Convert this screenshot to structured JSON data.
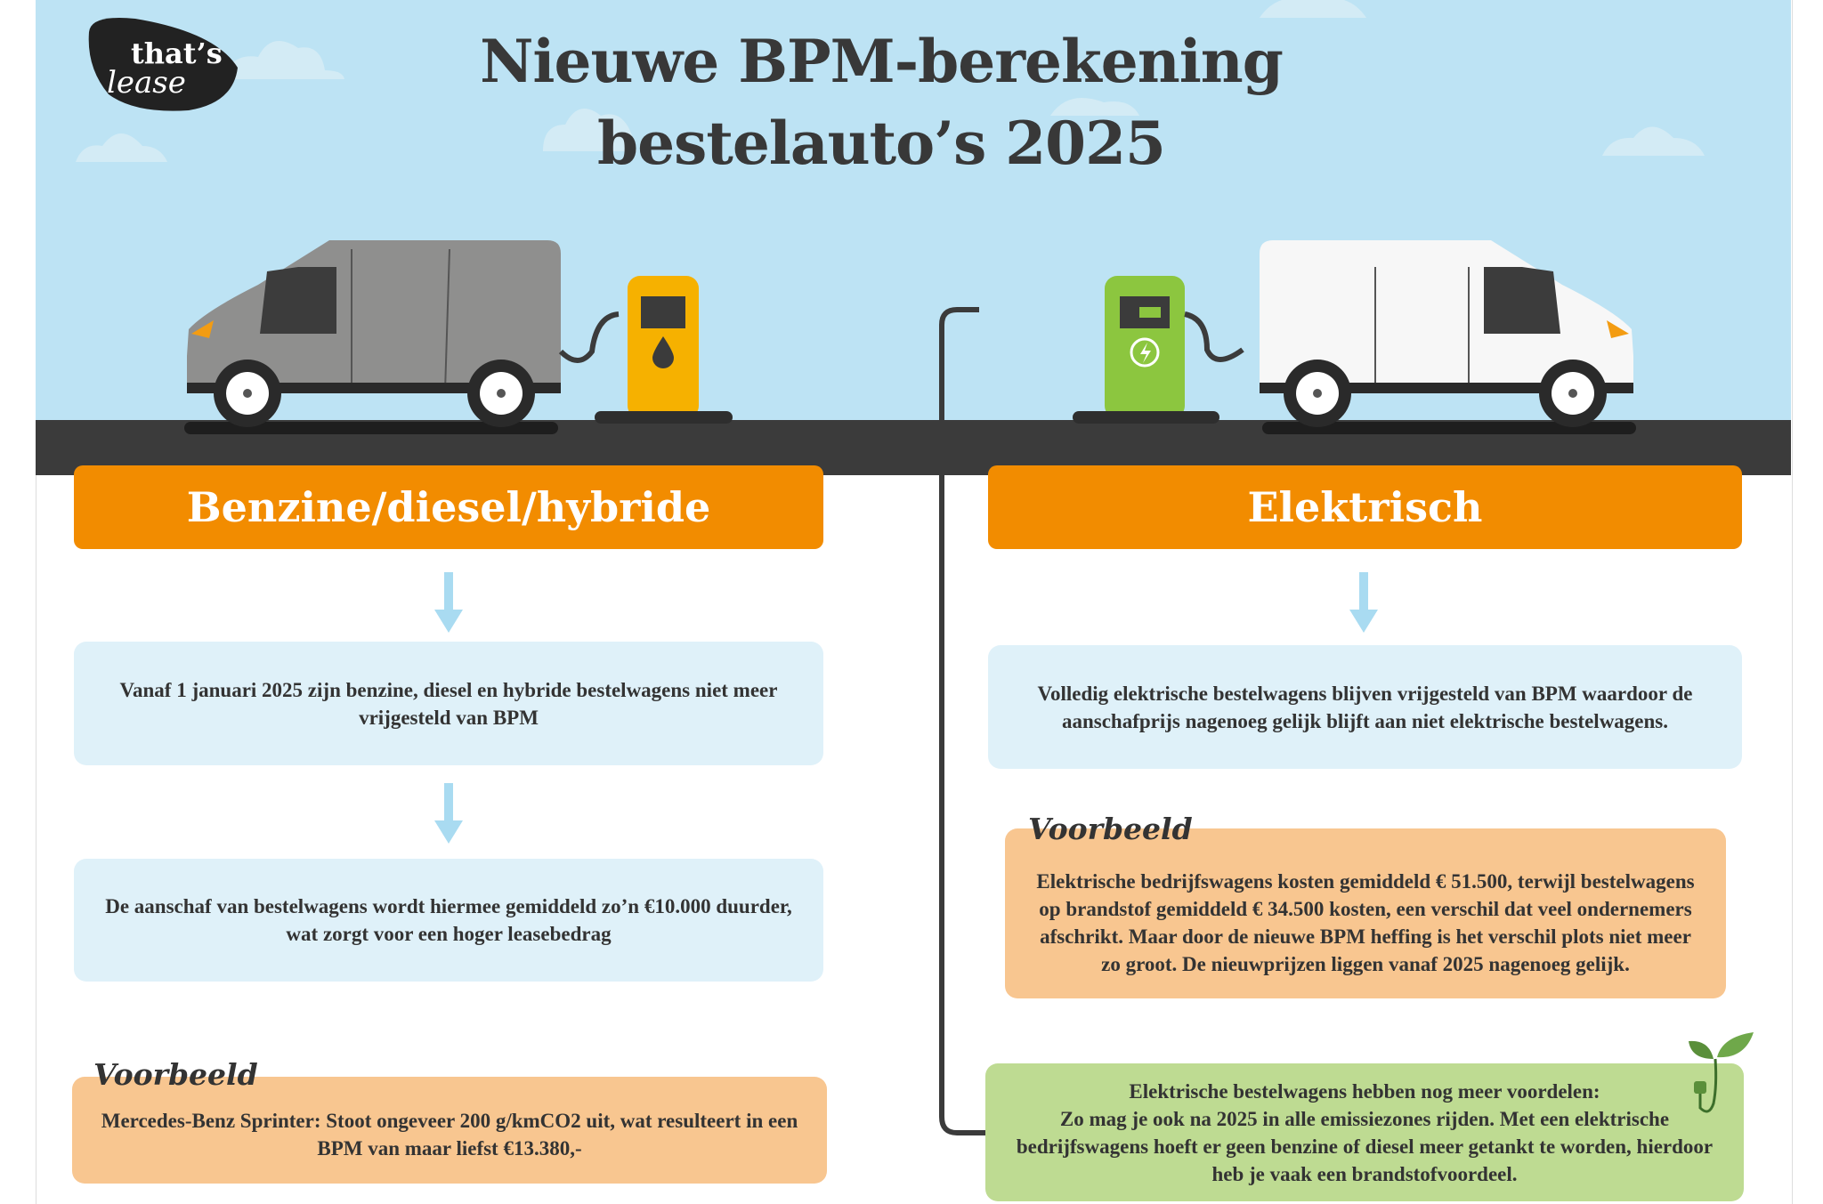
{
  "title": {
    "line1": "Nieuwe BPM-berekening",
    "line2": "bestelauto’s 2025"
  },
  "logo": {
    "text": "that's lease"
  },
  "left": {
    "header": "Benzine/diesel/hybride",
    "box1": "Vanaf 1 januari 2025 zijn benzine, diesel en hybride bestelwagens niet meer vrijgesteld van BPM",
    "box2": "De aanschaf van bestelwagens wordt hiermee gemiddeld zo’n €10.000 duurder, wat zorgt voor een hoger leasebedrag",
    "example_label": "Voorbeeld",
    "example": "Mercedes-Benz Sprinter: Stoot ongeveer 200 g/kmCO2 uit, wat resulteert in een BPM van maar liefst €13.380,-"
  },
  "right": {
    "header": "Elektrisch",
    "box1": "Volledig elektrische bestelwagens blijven vrijgesteld van BPM waardoor de aanschafprijs nagenoeg gelijk blijft aan niet elektrische bestelwagens.",
    "example_label": "Voorbeeld",
    "example": "Elektrische bedrijfswagens kosten gemiddeld € 51.500, terwijl bestelwagens op brandstof gemiddeld € 34.500 kosten, een verschil dat veel ondernemers afschrikt. Maar door de nieuwe BPM heffing is het verschil plots niet meer zo groot. De nieuwprijzen liggen vanaf 2025 nagenoeg gelijk.",
    "advantages_title": "Elektrische bestelwagens hebben nog meer voordelen:",
    "advantages": "Zo mag je ook na 2025 in alle emissiezones rijden.  Met een elektrische bedrijfswagens hoeft er geen benzine of diesel meer getankt te worden, hierdoor heb je vaak een brandstofvoordeel."
  },
  "colors": {
    "sky": "#bde3f4",
    "road": "#3b3b3b",
    "orange": "#f28c00",
    "blue_box": "#dff1f9",
    "peach": "#f8c690",
    "green": "#bedb92"
  }
}
